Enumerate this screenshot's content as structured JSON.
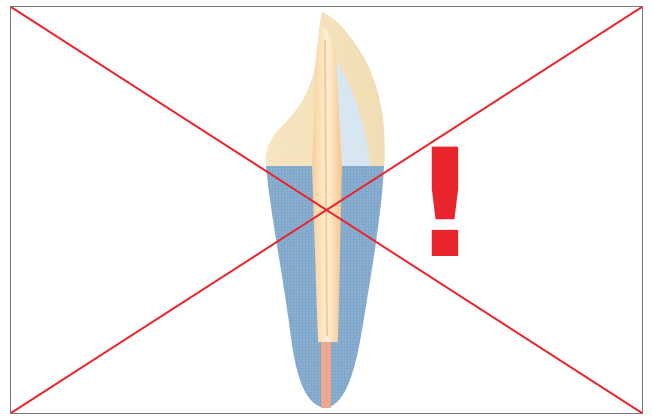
{
  "figure": {
    "warning_mark": "!",
    "colors": {
      "frame_border": "#777777",
      "cross_lines": "#e8242c",
      "warning_mark": "#e8242c",
      "crown_enamel": "#f3e2b8",
      "crown_inner": "#d9e6f2",
      "root_dentin": "#7fa8cc",
      "post": "#fde2b8",
      "post_highlight": "#f7c98e",
      "apical_filling": "#eea890"
    },
    "icons": [
      "tooth-with-post-illustration",
      "cross-out-mark",
      "exclamation-mark"
    ]
  }
}
